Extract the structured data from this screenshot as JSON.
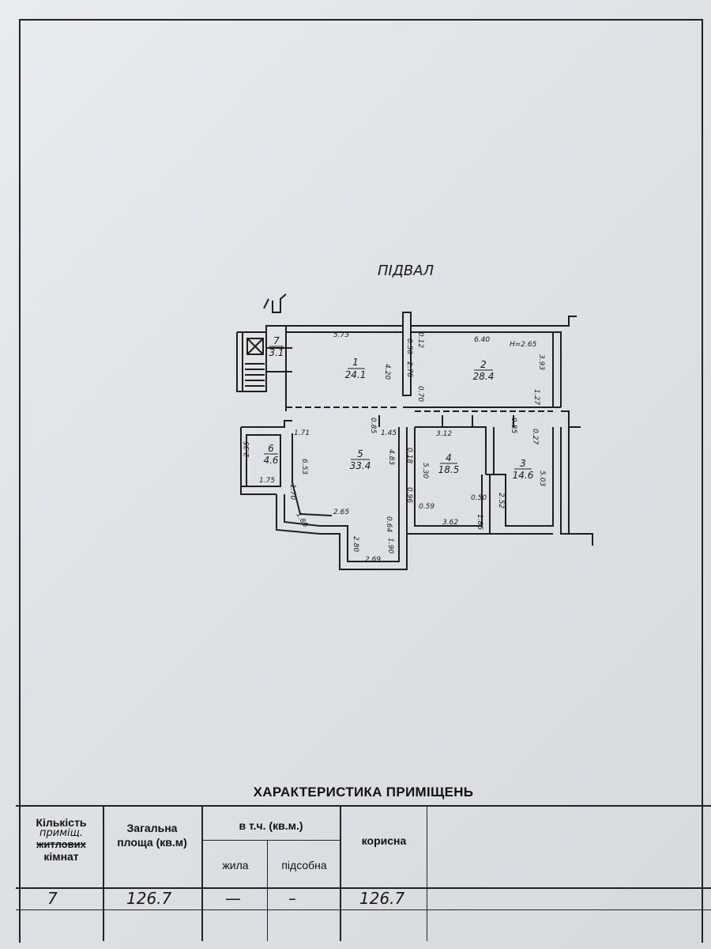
{
  "plan": {
    "title": "ПІДВАЛ",
    "rooms": [
      {
        "num": "1",
        "area": "24.1"
      },
      {
        "num": "2",
        "area": "28.4"
      },
      {
        "num": "3",
        "area": "14.6"
      },
      {
        "num": "4",
        "area": "18.5"
      },
      {
        "num": "5",
        "area": "33.4"
      },
      {
        "num": "6",
        "area": "4.6"
      },
      {
        "num": "7",
        "area": "3.1"
      }
    ],
    "dimensions": [
      "5.73",
      "6.40",
      "H=2.65",
      "4.20",
      "2.78",
      "0.56",
      "0.12",
      "0.70",
      "3.93",
      "1.27",
      "1.71",
      "1.45",
      "0.85",
      "4.83",
      "3.12",
      "5.30",
      "0.18",
      "0.85",
      "0.27",
      "5.03",
      "2.52",
      "1.85",
      "0.50",
      "3.62",
      "0.59",
      "0.96",
      "2.35",
      "1.75",
      "6.53",
      "1.70",
      "1.80",
      "2.65",
      "2.80",
      "2.69",
      "1.90",
      "0.64"
    ]
  },
  "table": {
    "title": "ХАРАКТЕРИСТИКА ПРИМІЩЕНЬ",
    "col_rooms_line1": "Кількість",
    "col_rooms_strike": "житлових",
    "col_rooms_handwritten": "приміщ.",
    "col_rooms_line3": "кімнат",
    "col_total": "Загальна площа (кв.м)",
    "col_incl": "в т.ч.  (кв.м.)",
    "col_living": "жила",
    "col_aux": "підсобна",
    "col_useful": "корисна",
    "values": {
      "rooms": "7",
      "total": "126.7",
      "living": "—",
      "aux": "–",
      "useful": "126.7"
    }
  }
}
